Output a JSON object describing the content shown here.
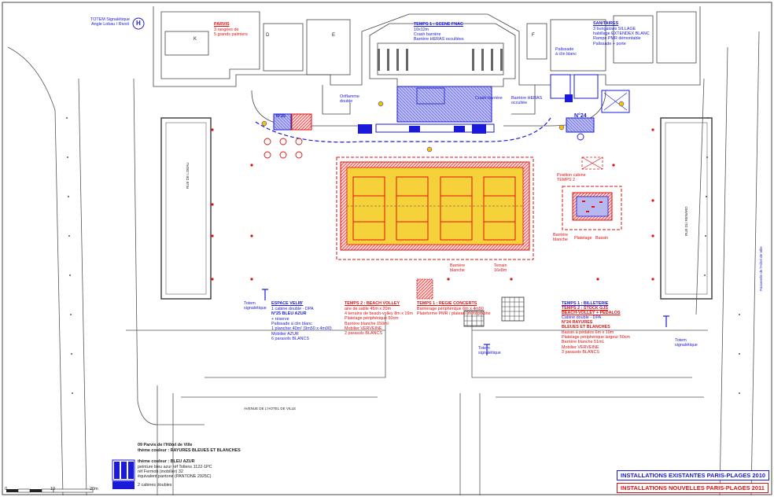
{
  "colors": {
    "existing": "#1a1ad8",
    "new": "#e01010",
    "beach": "#f5d23a",
    "structure": "#444444"
  },
  "labels": {
    "totem_rivoli": "TOTEM Signalétique\nAngle Lobau / Rivoli",
    "heliport": "H",
    "bldg_k": "K",
    "bldg_d": "D",
    "bldg_e": "E",
    "bldg_f": "F",
    "parvis_title": "PARVIS",
    "parvis_body": "3 rangées de\n5 grands palmiers",
    "scene_title": "TEMPS 1 : SCENE FNAC",
    "scene_body": "10x12m\nCrash barrière\nBarrière HERAS occultées",
    "sanitaires_title": "SANITAIRES",
    "sanitaires_body": "3 bungalows SILLAGE\nhabillage EXTENDEX BLANC\nRampe PMR démontable\nPalissade + porte",
    "palissade_r": "Palissade\nà clin blanc",
    "oriflamme": "Oriflamme\ndouble",
    "crash_barriere": "Crash-barrière",
    "barriere_heras": "Barrière HERAS\noccultée",
    "n25": "N°25",
    "n24": "N°24",
    "position_cabine": "Position cabine\nTEMPS 2",
    "barriere_blanche_r": "Barrière\nblanche",
    "platelage": "Platelage",
    "bassin": "Bassin",
    "barriere_blanche_c": "Barrière\nblanche",
    "terrain": "Terrain\n16x8m",
    "totem_sig_l": "Totem\nsignalétique",
    "totem_sig_c": "Totem\nsignalétique",
    "totem_sig_r": "Totem\nsignalétique",
    "rue_g": "RUE DE LOBAU",
    "rue_d": "RUE DU RENARD",
    "avenue": "AVENUE DE L'HOTEL DE VILLE",
    "passerelle": "Passerelle de l'Hôtel de Ville"
  },
  "blocks": {
    "espace_title": "ESPACE VELIB'",
    "espace_body": "1 cabine double - DPA",
    "n25_title": "N°25 BLEU AZUR",
    "n25_body": "+ réserve\nPalissade à clin blanc\n1 plancher 40m² (9m50 x 4m00)\nMobilier AZUR\n6 parasols BLANCS",
    "beach_title": "TEMPS 2 : BEACH VOLLEY",
    "beach_body": "aire de sable 45m x 20m\n4 terrains de beach-volley 8m x 16m\nPlatelage périphérique 50cm\nBarrière blanche 150ml\nMobilier VERVEINE\n2 parasols BLANCS",
    "regie_title": "TEMPS 1 : REGIE CONCERTS",
    "regie_body": "Barrierage périphérique 6m x 4m50\nPlateforme PMR / plateau photographe",
    "billet_t1": "TEMPS 1 : BILLETERIE",
    "billet_t2": "TEMPS 2 : STOCK GJS",
    "billet_t3": "BEACH-VOLLEY + PEDALOS",
    "billet_body": "Cabine double - DPA",
    "n24_title": "N°24 RAYURES\nBLEUES ET BLANCHES",
    "n24_body": "Bassin à pédalos 6m x 10m\nPlatelage périphérique largeur 50cm\nBarrière blanche 51mL\nMobilier VERVEINE\n3 parasols BLANCS"
  },
  "info": {
    "line1": "09 Parvis de l'Hôtel de Ville",
    "line2": "thème couleur : RAYURES BLEUES ET BLANCHES",
    "line3": "thème couleur : BLEU AZUR",
    "line4": "peinture bleu azur réf Tollens 1122-1PC\nréf Fermob (mobilier) 32\néquivalent pantone (PANTONE 2925C)",
    "line5": "2 cabines doubles"
  },
  "scale": {
    "t0": "0",
    "t1": "10",
    "t2": "20m"
  },
  "legend": {
    "existing": "INSTALLATIONS EXISTANTES PARIS-PLAGES 2010",
    "new": "INSTALLATIONS NOUVELLES PARIS-PLAGES 2011"
  }
}
